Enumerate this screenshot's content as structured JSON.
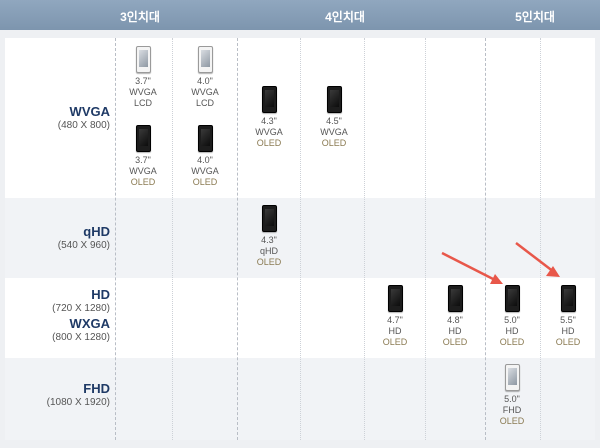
{
  "header": {
    "groups": [
      {
        "label": "3인치대"
      },
      {
        "label": "4인치대"
      },
      {
        "label": "5인치대"
      }
    ]
  },
  "rows": [
    {
      "name": "WVGA",
      "resolution": "(480 X 800)"
    },
    {
      "name": "qHD",
      "resolution": "(540 X 960)"
    },
    {
      "name": "HD",
      "resolution": "(720 X 1280)",
      "name2": "WXGA",
      "resolution2": "(800 X 1280)"
    },
    {
      "name": "FHD",
      "resolution": "(1080 X 1920)"
    }
  ],
  "phones": [
    {
      "id": "p1",
      "size": "3.7\"",
      "res": "WVGA",
      "panel": "LCD",
      "color": "white"
    },
    {
      "id": "p2",
      "size": "4.0\"",
      "res": "WVGA",
      "panel": "LCD",
      "color": "white"
    },
    {
      "id": "p3",
      "size": "3.7\"",
      "res": "WVGA",
      "panel": "OLED",
      "color": "black"
    },
    {
      "id": "p4",
      "size": "4.0\"",
      "res": "WVGA",
      "panel": "OLED",
      "color": "black"
    },
    {
      "id": "p5",
      "size": "4.3\"",
      "res": "WVGA",
      "panel": "OLED",
      "color": "black"
    },
    {
      "id": "p6",
      "size": "4.5\"",
      "res": "WVGA",
      "panel": "OLED",
      "color": "black"
    },
    {
      "id": "p7",
      "size": "4.3\"",
      "res": "qHD",
      "panel": "OLED",
      "color": "black"
    },
    {
      "id": "p8",
      "size": "4.7\"",
      "res": "HD",
      "panel": "OLED",
      "color": "black"
    },
    {
      "id": "p9",
      "size": "4.8\"",
      "res": "HD",
      "panel": "OLED",
      "color": "black"
    },
    {
      "id": "p10",
      "size": "5.0\"",
      "res": "HD",
      "panel": "OLED",
      "color": "black"
    },
    {
      "id": "p11",
      "size": "5.5\"",
      "res": "HD",
      "panel": "OLED",
      "color": "black"
    },
    {
      "id": "p12",
      "size": "5.0\"",
      "res": "FHD",
      "panel": "OLED",
      "color": "white"
    }
  ],
  "colors": {
    "header": "#869db6",
    "rowLabel": "#1f3a66",
    "arrow": "#e8574a",
    "oled": "#8a7a52"
  }
}
